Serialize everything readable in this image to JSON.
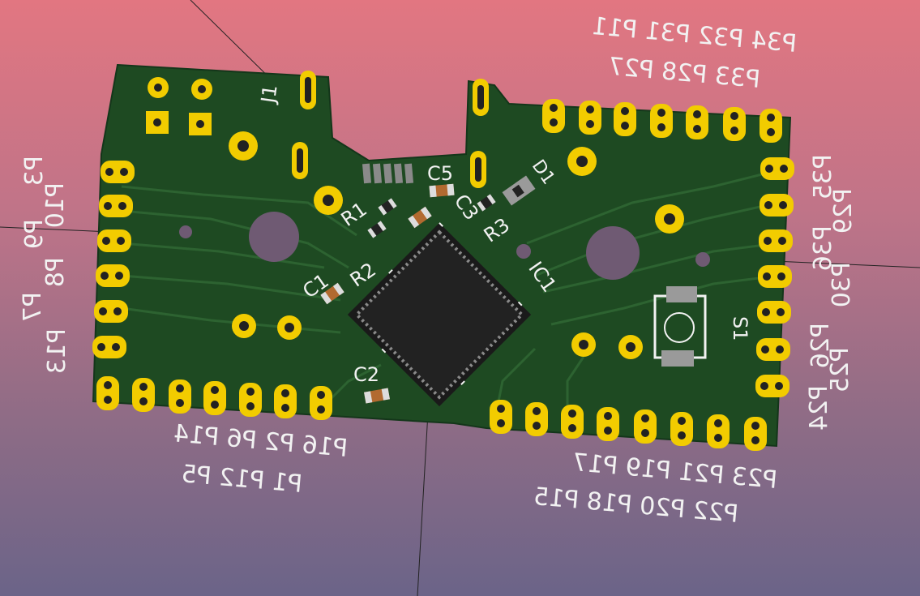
{
  "board_labels": {
    "silkscreen": [
      "J1",
      "C5",
      "D1",
      "R1",
      "C3",
      "R3",
      "R2",
      "C1",
      "IC1",
      "C2",
      "S1"
    ],
    "top_row_1": "P34 P32 P31 P11",
    "top_row_2": "P33 P28 P27",
    "bottom_left_1": "P16 P2 P6 P14",
    "bottom_left_2": "P1 P12 P5",
    "bottom_right_1": "P23 P21 P19 P17",
    "bottom_right_2": "P22 P20 P18 P15",
    "left_pins": [
      "P3",
      "P10",
      "P9",
      "P8",
      "P7",
      "P13"
    ],
    "right_pins_1": [
      "P35",
      "P36",
      "P26",
      "P24"
    ],
    "right_pins_2": [
      "P29",
      "P30",
      "P25"
    ]
  },
  "colors": {
    "board": "#1e4a22",
    "pad": "#f2cc00",
    "silk": "#f2f2f2",
    "ic": "#1a1a1a"
  }
}
